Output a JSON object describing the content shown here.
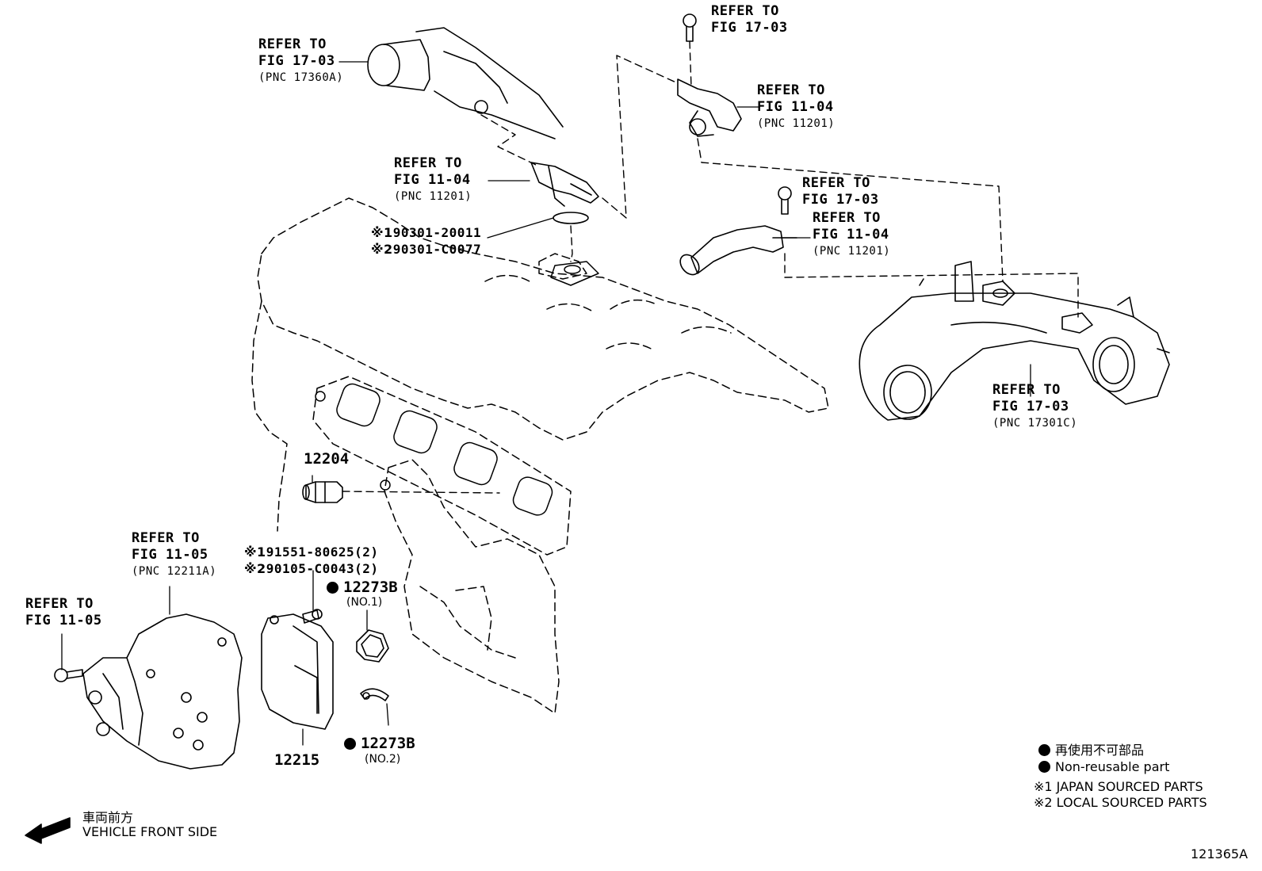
{
  "refer_labels": [
    {
      "id": "r1",
      "line1": "REFER TO",
      "line2": "FIG 17-03",
      "pnc": "(PNC 17360A)"
    },
    {
      "id": "r2",
      "line1": "REFER TO",
      "line2": "FIG 17-03",
      "pnc": ""
    },
    {
      "id": "r3",
      "line1": "REFER TO",
      "line2": "FIG 11-04",
      "pnc": "(PNC 11201)"
    },
    {
      "id": "r4",
      "line1": "REFER TO",
      "line2": "FIG 11-04",
      "pnc": "(PNC 11201)"
    },
    {
      "id": "r5",
      "line1": "REFER TO",
      "line2": "FIG 17-03",
      "pnc": ""
    },
    {
      "id": "r6",
      "line1": "REFER TO",
      "line2": "FIG 11-04",
      "pnc": "(PNC 11201)"
    },
    {
      "id": "r7",
      "line1": "REFER TO",
      "line2": "FIG 17-03",
      "pnc": "(PNC 17301C)"
    },
    {
      "id": "r8",
      "line1": "REFER TO",
      "line2": "FIG 11-05",
      "pnc": "(PNC 12211A)"
    },
    {
      "id": "r9",
      "line1": "REFER TO",
      "line2": "FIG 11-05",
      "pnc": ""
    }
  ],
  "part_numbers": {
    "gasket_1": "90301-20011",
    "gasket_2": "90301-C0077",
    "p12204": "12204",
    "bolt_1": "91551-80625(2)",
    "bolt_2": "90105-C0043(2)",
    "p12273b_1": "12273B",
    "p12273b_1_sub": "(NO.1)",
    "p12273b_2": "12273B",
    "p12273b_2_sub": "(NO.2)",
    "p12215": "12215"
  },
  "marks": {
    "m1": "※1",
    "m2": "※2"
  },
  "legend": {
    "jp_nonreusable": "再使用不可部品",
    "nonreusable": "Non-reusable part",
    "japan": "※1  JAPAN SOURCED PARTS",
    "local": "※2  LOCAL SOURCED PARTS"
  },
  "front": {
    "jp": "車両前方",
    "en": "VEHICLE FRONT SIDE"
  },
  "figure_id": "121365A"
}
